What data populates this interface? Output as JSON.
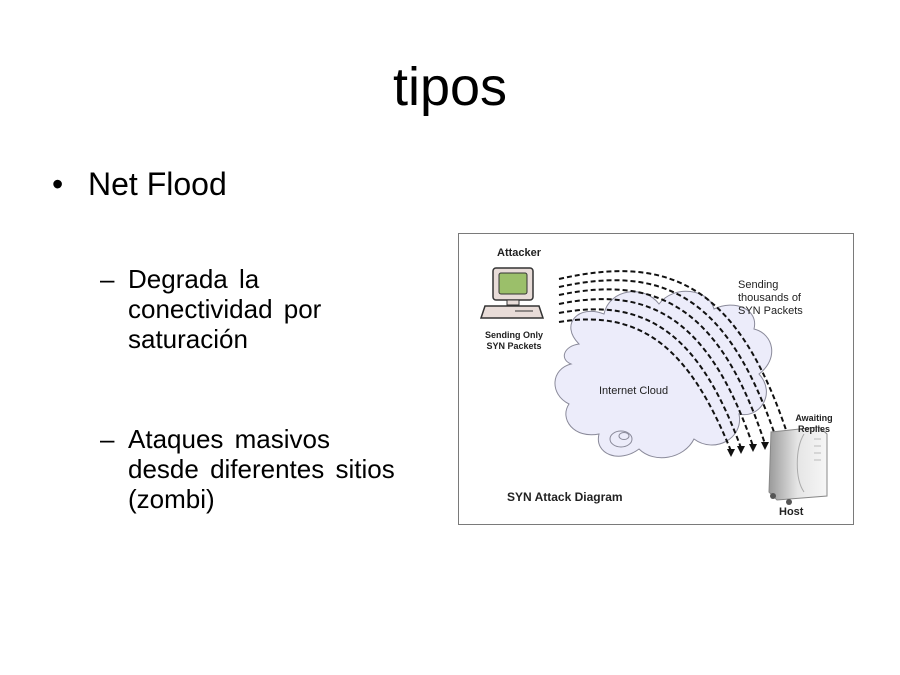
{
  "slide": {
    "title": "tipos",
    "bullets": [
      {
        "marker": "•",
        "text": "Net Flood",
        "sub_bullets": [
          {
            "marker": "–",
            "text": "Degrada la\nconectividad por\nsaturación"
          },
          {
            "marker": "–",
            "text": "Ataques masivos\ndesde diferentes sitios\n(zombi)"
          }
        ]
      }
    ]
  },
  "diagram": {
    "caption": "SYN Attack Diagram",
    "attacker_label": "Attacker",
    "attacker_sublabel_1": "Sending Only",
    "attacker_sublabel_2": "SYN Packets",
    "flow_label_1": "Sending",
    "flow_label_2": "thousands of",
    "flow_label_3": "SYN Packets",
    "cloud_label": "Internet Cloud",
    "host_status_1": "Awaiting",
    "host_status_2": "Replies",
    "host_label": "Host",
    "icons": [
      "computer-icon",
      "cloud-icon",
      "server-icon",
      "dashed-arrow-icon"
    ],
    "colors": {
      "cloud_fill": "#ececfa",
      "cloud_stroke": "#8a8a9a",
      "screen_green": "#9bbf6a",
      "border": "#7a7a7a"
    }
  }
}
